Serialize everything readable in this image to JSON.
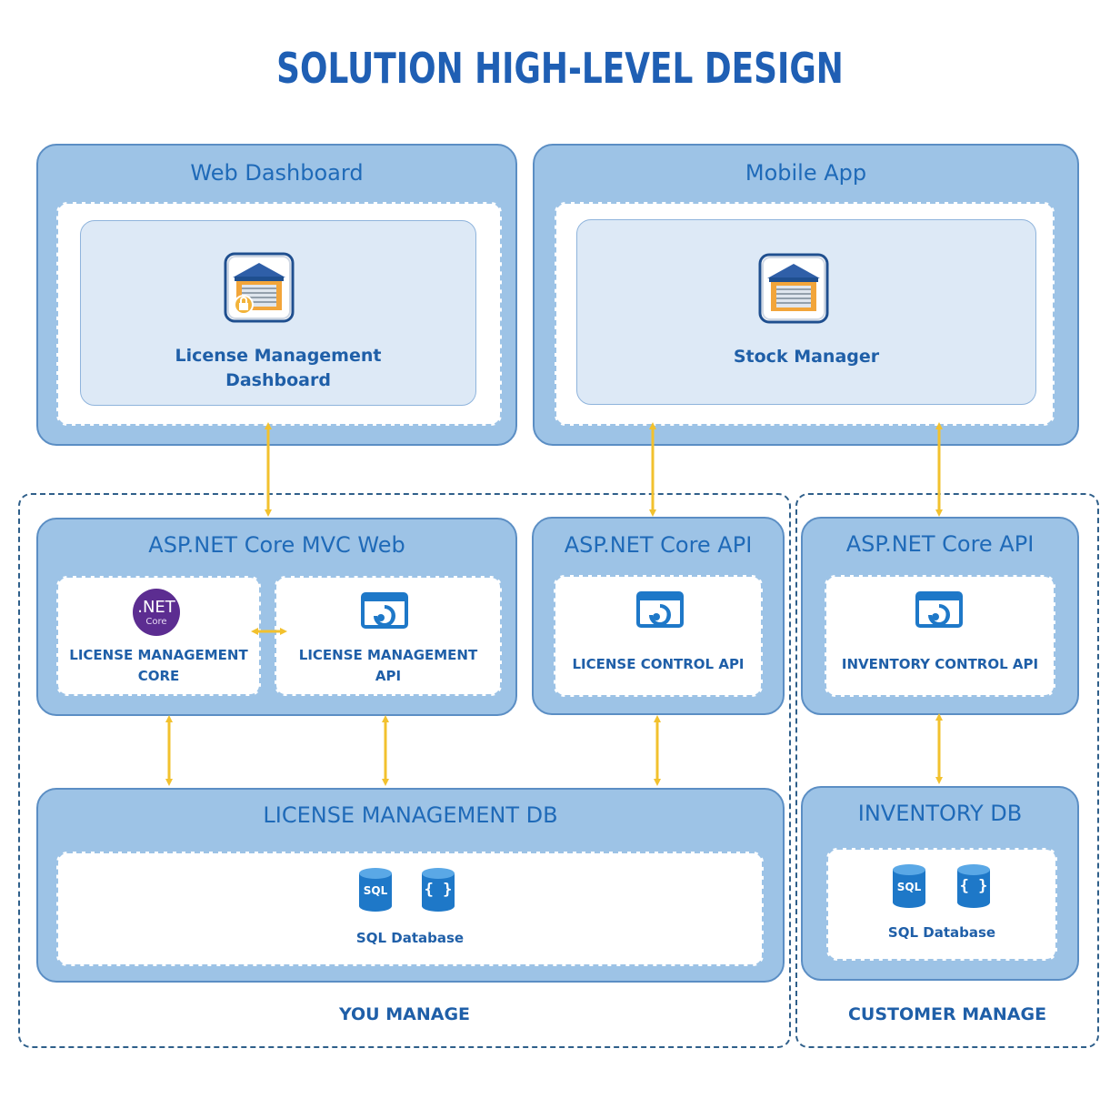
{
  "title": "SOLUTION HIGH-LEVEL DESIGN",
  "web_dashboard": {
    "title": "Web Dashboard",
    "app_label_line1": "License Management",
    "app_label_line2": "Dashboard",
    "icon": "warehouse-lock-icon"
  },
  "mobile_app": {
    "title": "Mobile App",
    "app_label": "Stock Manager",
    "icon": "warehouse-icon"
  },
  "mvc_web": {
    "title": "ASP.NET Core MVC Web",
    "core": {
      "icon_text": ".NET",
      "icon_subtext": "Core",
      "label_line1": "LICENSE MANAGEMENT",
      "label_line2": "CORE"
    },
    "api": {
      "label_line1": "LICENSE MANAGEMENT",
      "label_line2": "API",
      "icon": "api-app-icon"
    }
  },
  "license_api": {
    "title": "ASP.NET Core API",
    "label": "LICENSE CONTROL API",
    "icon": "api-app-icon"
  },
  "inventory_api": {
    "title": "ASP.NET Core API",
    "label": "INVENTORY CONTROL API",
    "icon": "api-app-icon"
  },
  "license_db": {
    "title": "LICENSE MANAGEMENT DB",
    "sql_badge": "SQL",
    "json_badge": "{ }",
    "label": "SQL Database"
  },
  "inventory_db": {
    "title": "INVENTORY DB",
    "sql_badge": "SQL",
    "json_badge": "{ }",
    "label": "SQL Database"
  },
  "zones": {
    "you_manage": "YOU MANAGE",
    "customer_manage": "CUSTOMER MANAGE"
  },
  "colors": {
    "title": "#1f5fb4",
    "group_fill": "#9dc3e6",
    "group_border": "#5b8ec4",
    "inner_light": "#dde9f6",
    "arrow": "#f2c12e",
    "text_blue": "#1f6ab8",
    "dotnet_purple": "#5c2d91"
  }
}
